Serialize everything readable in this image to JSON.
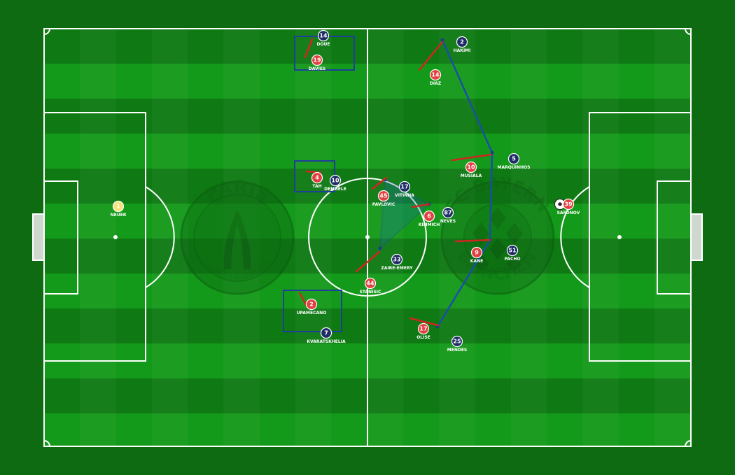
{
  "crests": {
    "left_top": "PARIS",
    "left_bottom": "SAINT · GERMAIN",
    "right_top": "FC BAYERN",
    "right_bottom": "MÜNCHEN"
  },
  "colors": {
    "grass_dark": "#0f7a14",
    "grass_light": "#149a1a",
    "home": "#e0403f",
    "away": "#1f2d66",
    "keeper": "#f5e27a",
    "arrow": "#d0261f",
    "link": "#1a4fa8"
  },
  "players": [
    {
      "team": "bayern",
      "number": "1",
      "name": "NEUER",
      "gk": true
    },
    {
      "team": "bayern",
      "number": "19",
      "name": "DAVIES"
    },
    {
      "team": "bayern",
      "number": "4",
      "name": "TAH"
    },
    {
      "team": "bayern",
      "number": "2",
      "name": "UPAMECANO"
    },
    {
      "team": "bayern",
      "number": "45",
      "name": "PAVLOVIC"
    },
    {
      "team": "bayern",
      "number": "44",
      "name": "STANISIC"
    },
    {
      "team": "bayern",
      "number": "6",
      "name": "KIMMICH"
    },
    {
      "team": "bayern",
      "number": "14",
      "name": "DIAZ"
    },
    {
      "team": "bayern",
      "number": "10",
      "name": "MUSIALA"
    },
    {
      "team": "bayern",
      "number": "9",
      "name": "KANE"
    },
    {
      "team": "bayern",
      "number": "17",
      "name": "OLISE"
    },
    {
      "team": "psg",
      "number": "14",
      "name": "DOUE"
    },
    {
      "team": "psg",
      "number": "10",
      "name": "DEMBELE"
    },
    {
      "team": "psg",
      "number": "7",
      "name": "KVARATSKHELIA"
    },
    {
      "team": "psg",
      "number": "17",
      "name": "VITINHA"
    },
    {
      "team": "psg",
      "number": "33",
      "name": "ZAIRE-EMERY"
    },
    {
      "team": "psg",
      "number": "87",
      "name": "NEVES"
    },
    {
      "team": "psg",
      "number": "2",
      "name": "HAKIMI"
    },
    {
      "team": "psg",
      "number": "5",
      "name": "MARQUINHOS"
    },
    {
      "team": "psg",
      "number": "51",
      "name": "PACHO"
    },
    {
      "team": "psg",
      "number": "25",
      "name": "MENDES"
    },
    {
      "team": "psg",
      "number": "39",
      "name": "SAFONOV",
      "gk": true
    }
  ]
}
